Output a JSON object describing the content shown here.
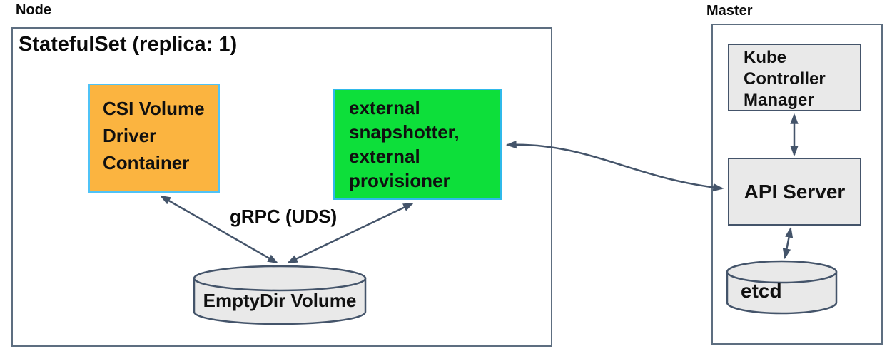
{
  "node": {
    "label": "Node",
    "statefulset_title": "StatefulSet (replica: 1)",
    "csi_driver_box": "CSI Volume\nDriver\nContainer",
    "sidecar_box": "external\nsnapshotter,\nexternal\nprovisioner",
    "grpc_label": "gRPC (UDS)",
    "emptydir_volume": "EmptyDir Volume"
  },
  "master": {
    "label": "Master",
    "kube_controller_manager": "Kube\nController\nManager",
    "api_server": "API Server",
    "etcd": "etcd"
  },
  "colors": {
    "csi_fill": "#fbb440",
    "csi_border": "#4fc3f7",
    "sidecar_fill": "#0ddf3a",
    "sidecar_border": "#2fb9ea",
    "gray_fill": "#e9e9e9",
    "arrow_line": "#44546a",
    "outer_border": "#5d6e80"
  }
}
